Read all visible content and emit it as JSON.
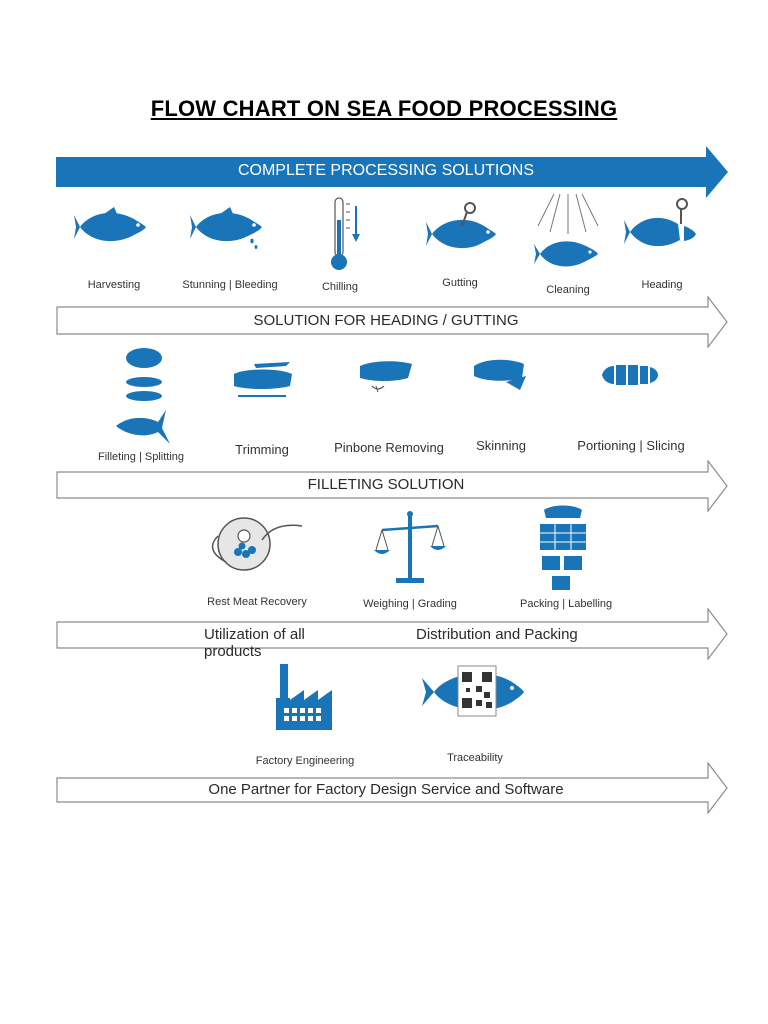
{
  "title": "FLOW CHART ON SEA FOOD PROCESSING",
  "colors": {
    "brand_blue": "#1a74b8",
    "band_outline": "#8c8c8c"
  },
  "bands": [
    {
      "label": "COMPLETE PROCESSING SOLUTIONS"
    },
    {
      "label": "SOLUTION FOR HEADING / GUTTING"
    },
    {
      "label": "FILLETING SOLUTION"
    },
    {
      "label_left": "Utilization of all products",
      "label_right": "Distribution and Packing"
    },
    {
      "label": "One Partner for Factory Design Service and Software"
    }
  ],
  "row1": [
    {
      "label": "Harvesting",
      "icon": "fish-icon"
    },
    {
      "label": "Stunning | Bleeding",
      "icon": "bleeding-fish-icon"
    },
    {
      "label": "Chilling",
      "icon": "thermometer-icon"
    },
    {
      "label": "Gutting",
      "icon": "gutting-fish-icon"
    },
    {
      "label": "Cleaning",
      "icon": "cleaning-fish-icon"
    },
    {
      "label": "Heading",
      "icon": "heading-fish-icon"
    }
  ],
  "row2": [
    {
      "label": "Filleting | Splitting",
      "icon": "fillet-icon"
    },
    {
      "label": "Trimming",
      "icon": "trimming-icon"
    },
    {
      "label": "Pinbone Removing",
      "icon": "pinbone-icon"
    },
    {
      "label": "Skinning",
      "icon": "skinning-icon"
    },
    {
      "label": "Portioning | Slicing",
      "icon": "portioning-icon"
    }
  ],
  "row3": [
    {
      "label": "Rest Meat Recovery",
      "icon": "recovery-icon"
    },
    {
      "label": "Weighing | Grading",
      "icon": "scale-icon"
    },
    {
      "label": "Packing | Labelling",
      "icon": "packing-icon"
    }
  ],
  "row4": [
    {
      "label": "Factory Engineering",
      "icon": "factory-icon"
    },
    {
      "label": "Traceability",
      "icon": "qr-fish-icon"
    }
  ]
}
